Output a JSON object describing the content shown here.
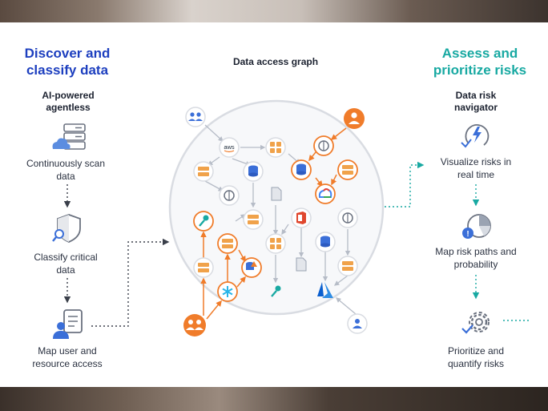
{
  "left": {
    "heading": "Discover and classify data",
    "subheading": "AI-powered agentless",
    "steps": [
      {
        "label": "Continuously scan data",
        "icon": "cloud-server-icon"
      },
      {
        "label": "Classify critical data",
        "icon": "shield-search-icon"
      },
      {
        "label": "Map user and resource access",
        "icon": "user-document-icon"
      }
    ]
  },
  "center": {
    "title": "Data access graph",
    "aws_label": "aws"
  },
  "right": {
    "heading": "Assess and prioritize risks",
    "subheading": "Data risk navigator",
    "steps": [
      {
        "label": "Visualize risks in real time",
        "icon": "lightning-gauge-icon"
      },
      {
        "label": "Map risk paths and probability",
        "icon": "pie-alert-icon"
      },
      {
        "label": "Prioritize and quantify risks",
        "icon": "gear-check-icon"
      }
    ]
  },
  "colors": {
    "blue_heading": "#1d3fbf",
    "teal_heading": "#18a9a2",
    "orange": "#f07c2a",
    "node_gray": "#9aa3b2",
    "icon_blue": "#5b8de0"
  }
}
